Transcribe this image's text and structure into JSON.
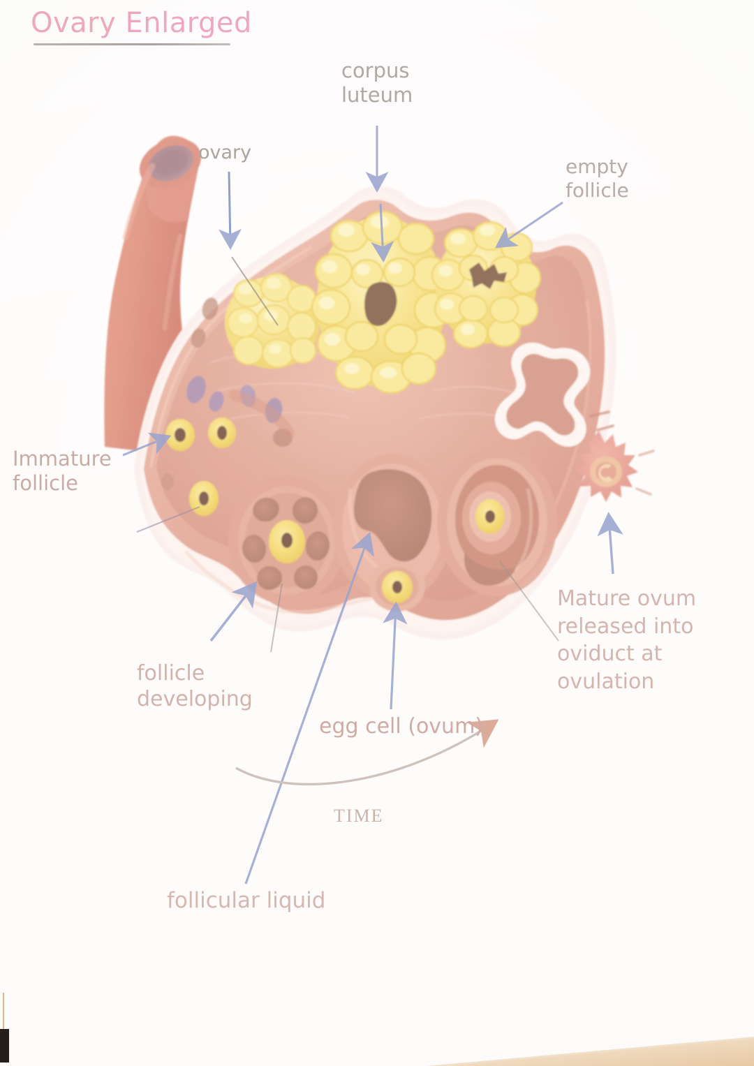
{
  "document": {
    "title": "Ovary Enlarged",
    "subject": "ovary cross-section diagram",
    "background_color": "#ffffff"
  },
  "heading": {
    "text": "Ovary Enlarged",
    "color": "#eea8bd",
    "underlined": true,
    "underline_color": "#b0a9a5"
  },
  "labels": {
    "corpus_luteum": "corpus\nluteum",
    "ovary": "ovary",
    "empty_follicle": "empty\nfollicle",
    "immature_follicle": "Immature\nfollicle",
    "follicle_developing": "follicle\ndeveloping",
    "egg_cell": "egg cell (ovum)",
    "mature_ovum": "Mature ovum\nreleased into\noviduct at ovulation",
    "follicular_liquid": "follicular liquid",
    "time_axis": "TIME"
  },
  "label_colors": {
    "corpus_luteum": "#b0a8a3",
    "ovary": "#aba39e",
    "empty_follicle": "#b7aca7",
    "immature_follicle": "#c9aba4",
    "follicle_developing": "#d3b2ab",
    "egg_cell": "#d0aaa3",
    "mature_ovum": "#d5b4ad",
    "follicular_liquid": "#d6b7b0",
    "time_axis": "#c9b2aa"
  },
  "leader_lines": {
    "color_blue": "#9aa4cf",
    "color_gray": "#9a918d",
    "description": "thin blue-gray arrows from labels to anatomical structures"
  },
  "anatomy": {
    "palette": {
      "ligament_tube": "#dd9180",
      "ligament_tube_shade": "#cf7d6c",
      "ligament_lumen": "#b08a92",
      "cortex_outer": "#e9b4a6",
      "cortex_rim_light": "#f6ddd4",
      "stroma": "#e0a595",
      "stroma_light": "#eec0b2",
      "medulla": "#d59684",
      "corpus_luteum_yellow": "#f6e07a",
      "corpus_luteum_highlight": "#fbf0b6",
      "corpus_luteum_cavity": "#8d6a54",
      "antrum_dark": "#c08874",
      "ovum_yellow": "#f5da74",
      "ovum_nucleus": "#7b5948",
      "vessel_purple": "#9c8fb8",
      "released_ovum_body": "#e8a395",
      "released_ovum_ring": "#f3c79b"
    },
    "structures": [
      {
        "name": "suspensory-ligament-tube",
        "label_ref": null
      },
      {
        "name": "ovary-cortex-outline",
        "label_ref": "ovary"
      },
      {
        "name": "corpus-luteum-large",
        "label_ref": "corpus_luteum"
      },
      {
        "name": "corpus-luteum-small-left",
        "label_ref": null
      },
      {
        "name": "empty-follicle-corpus",
        "label_ref": "empty_follicle"
      },
      {
        "name": "immature-follicles-cluster",
        "label_ref": "immature_follicle"
      },
      {
        "name": "developing-follicle-multivesicular",
        "label_ref": "follicle_developing"
      },
      {
        "name": "antral-follicle-with-liquid",
        "label_ref": "follicular_liquid"
      },
      {
        "name": "mature-graafian-follicle",
        "label_ref": "egg_cell"
      },
      {
        "name": "ruptured-follicle",
        "label_ref": null
      },
      {
        "name": "released-ovum",
        "label_ref": "mature_ovum"
      }
    ]
  },
  "artifacts": {
    "left_edge_strip": "dark photo border strip",
    "bottom_right_corner": "beige desk surface"
  }
}
